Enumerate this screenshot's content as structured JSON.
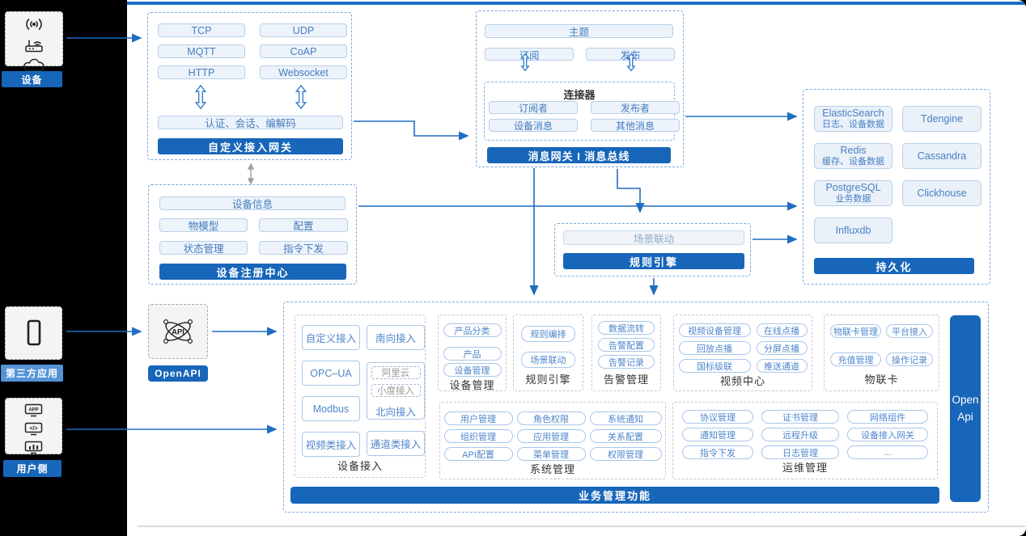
{
  "colors": {
    "primary_blue": "#1766b9",
    "arrow_blue": "#1f6dc0",
    "light_button_bg": "#edf3fa",
    "light_button_border": "#b7cfea",
    "button_text_blue": "#447cc0",
    "third_party_label_bg": "#5593d6"
  },
  "left_rail": {
    "groups": [
      {
        "label": "设备",
        "icons": [
          "radio-signal-icon",
          "wireless-router-icon",
          "cloud-icon"
        ]
      },
      {
        "label": "第三方应用",
        "icons": [
          "phone-icon"
        ]
      },
      {
        "label": "用户侧",
        "icons": [
          "app-monitor-icon",
          "code-window-icon",
          "chart-monitor-icon"
        ]
      }
    ]
  },
  "icon_glyphs": {
    "app": "APP",
    "code": "</>",
    "api": "API"
  },
  "custom_gateway": {
    "title": "自定义接入网关",
    "protocols": [
      "TCP",
      "UDP",
      "MQTT",
      "CoAP",
      "HTTP",
      "Websocket"
    ],
    "middleware": "认证、会话、编解码"
  },
  "message_bus": {
    "title": "消息网关 I 消息总线",
    "topic": "主题",
    "subscribe": "订阅",
    "publish": "发布",
    "connector": {
      "title": "连接器",
      "items": [
        "订阅者",
        "发布者",
        "设备消息",
        "其他消息"
      ]
    }
  },
  "persistence": {
    "title": "持久化",
    "stores": [
      {
        "name": "ElasticSearch",
        "desc": "日志、设备数据"
      },
      {
        "name": "Tdengine",
        "desc": ""
      },
      {
        "name": "Redis",
        "desc": "缓存、设备数据"
      },
      {
        "name": "Cassandra",
        "desc": ""
      },
      {
        "name": "PostgreSQL",
        "desc": "业务数据"
      },
      {
        "name": "Clickhouse",
        "desc": ""
      },
      {
        "name": "Influxdb",
        "desc": ""
      }
    ]
  },
  "registry": {
    "title": "设备注册中心",
    "device_info": "设备信息",
    "items": [
      "物模型",
      "配置",
      "状态管理",
      "指令下发"
    ]
  },
  "rule_engine_top": {
    "title": "规则引擎",
    "scene": "场景联动"
  },
  "openapi": {
    "label": "OpenAPI",
    "icon": "api-network-icon"
  },
  "business": {
    "title": "业务管理功能",
    "open_api_bar": "Open Api",
    "device_access": {
      "label": "设备接入",
      "left_items": [
        "自定义接入",
        "OPC–UA",
        "Modbus",
        "视频类接入"
      ],
      "south": "南向接入",
      "north": {
        "label": "北向接入",
        "items": [
          "阿里云",
          "小度接入"
        ]
      },
      "channel": "通道类接入"
    },
    "device_mgmt": {
      "label": "设备管理",
      "items": [
        "产品分类",
        "产品",
        "设备管理"
      ]
    },
    "rule_engine": {
      "label": "规则引擎",
      "items": [
        "规则编排",
        "场景联动"
      ]
    },
    "alarm": {
      "label": "告警管理",
      "items": [
        "数据流转",
        "告警配置",
        "告警记录"
      ]
    },
    "video_center": {
      "label": "视频中心",
      "items": [
        "视频设备管理",
        "在线点播",
        "回放点播",
        "分屏点播",
        "国标级联",
        "推送通道"
      ]
    },
    "iot_card": {
      "label": "物联卡",
      "items": [
        "物联卡管理",
        "平台接入",
        "充值管理",
        "操作记录"
      ]
    },
    "system_mgmt": {
      "label": "系统管理",
      "items": [
        "用户管理",
        "角色权限",
        "系统通知",
        "组织管理",
        "应用管理",
        "关系配置",
        "API配置",
        "菜单管理",
        "权限管理"
      ]
    },
    "ops_mgmt": {
      "label": "运维管理",
      "items": [
        "协议管理",
        "证书管理",
        "网络组件",
        "通知管理",
        "远程升级",
        "设备接入网关",
        "指令下发",
        "日志管理",
        "..."
      ]
    }
  }
}
